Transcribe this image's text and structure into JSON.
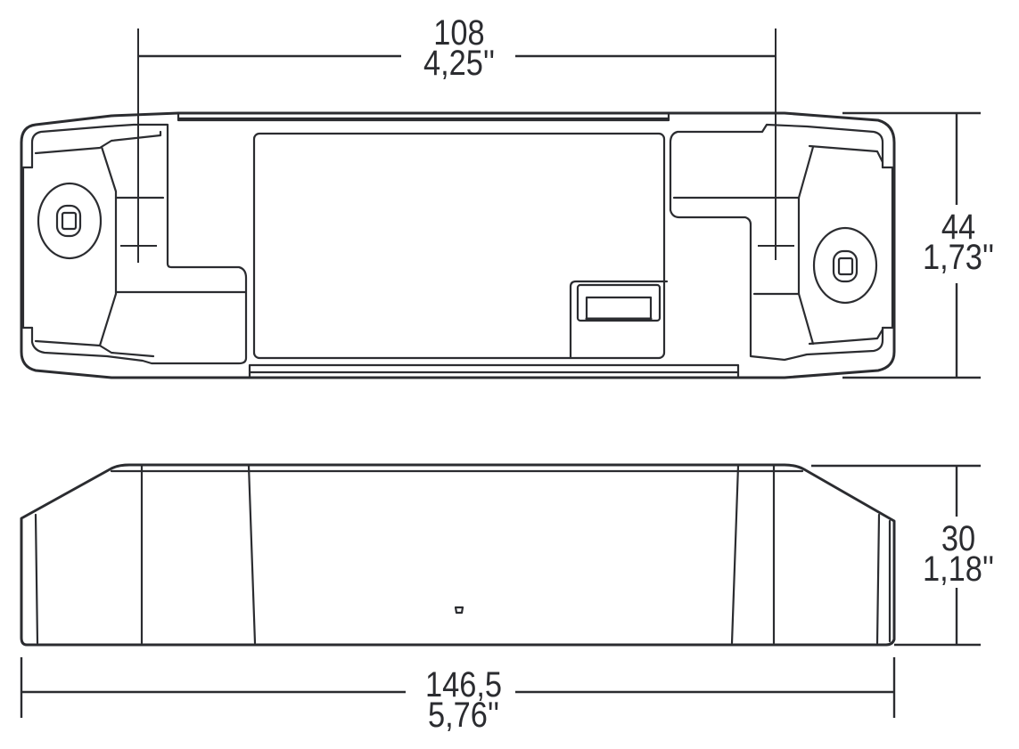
{
  "drawing": {
    "title": "Driver housing dimension drawing",
    "line_color": "#2b2c30",
    "background": "#ffffff",
    "views": [
      "top-view",
      "side-view"
    ]
  },
  "dimensions": {
    "mounting_hole_spacing": {
      "metric": "108",
      "imperial": "4,25''"
    },
    "width": {
      "metric": "44",
      "imperial": "1,73''"
    },
    "height": {
      "metric": "30",
      "imperial": "1,18''"
    },
    "overall_length": {
      "metric": "146,5",
      "imperial": "5,76''"
    }
  }
}
